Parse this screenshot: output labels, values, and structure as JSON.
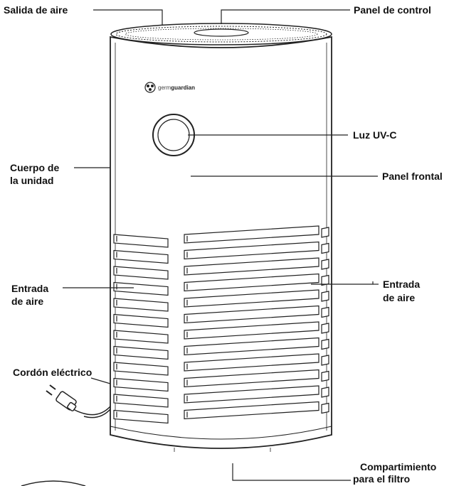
{
  "brand": {
    "prefix": "germ",
    "name": "guardian"
  },
  "labels": {
    "air_outlet": "Salida de aire",
    "control_panel": "Panel de control",
    "uvc_light": "Luz UV-C",
    "unit_body": [
      "Cuerpo de",
      "la unidad"
    ],
    "front_panel": "Panel frontal",
    "air_inlet_left": [
      "Entrada",
      "de aire"
    ],
    "air_inlet_right": [
      "Entrada",
      "de aire"
    ],
    "power_cord": "Cordón eléctrico",
    "filter_compartment": [
      "Compartimiento",
      "para el filtro"
    ]
  },
  "colors": {
    "line": "#222222",
    "body_fill": "#ffffff",
    "text": "#111111"
  }
}
